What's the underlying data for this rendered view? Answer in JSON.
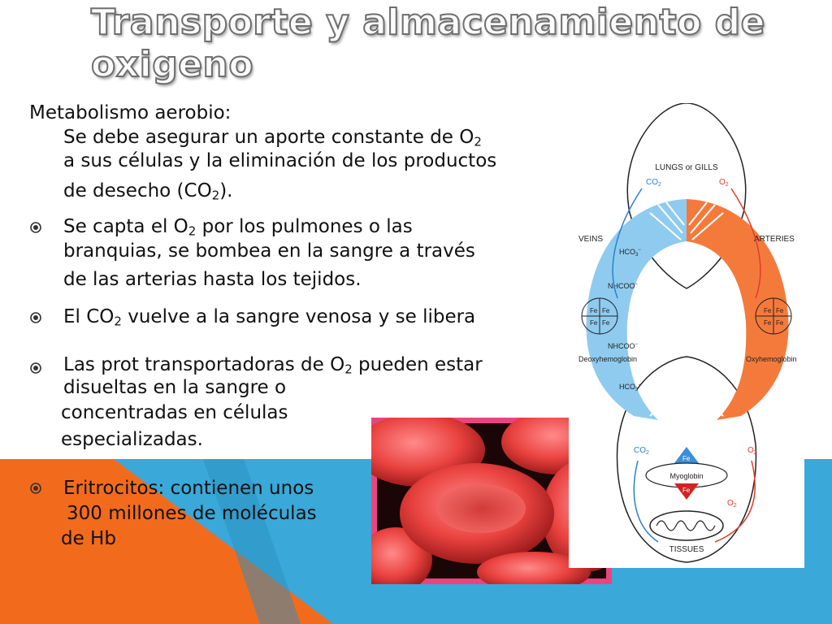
{
  "slide": {
    "title_line1": "Transporte y almacenamiento de",
    "title_line2": "oxigeno",
    "intro": {
      "heading": "Metabolismo aerobio:",
      "line1_pre": "Se debe asegurar un aporte constante de O",
      "line1_sub": "2",
      "line2": "a sus células y la eliminación de los productos",
      "line3_pre": "de desecho (CO",
      "line3_sub": "2",
      "line3_post": ")."
    },
    "bullets": [
      {
        "l1_pre": "Se capta el O",
        "l1_sub": "2",
        "l1_post": " por los pulmones o las",
        "l2": "branquias, se bombea en la sangre a través",
        "l3": "de las arterias hasta los tejidos."
      },
      {
        "l1_pre": "El CO",
        "l1_sub": "2",
        "l1_post": " vuelve a la sangre venosa y se libera"
      },
      {
        "l1_pre": "Las prot transportadoras de O",
        "l1_sub": "2",
        "l1_post": " pueden estar",
        "l2": "disueltas en la sangre o",
        "l3": "concentradas en células",
        "l4": "especializadas."
      },
      {
        "l1": "Eritrocitos: contienen unos",
        "l2": "300 millones de moléculas",
        "l3": "de Hb"
      }
    ]
  },
  "diagram": {
    "lungs": "LUNGS or GILLS",
    "co2": "CO",
    "co2_sub": "2",
    "o2": "O",
    "o2_sub": "2",
    "veins": "VEINS",
    "arteries": "ARTERIES",
    "hco3": "HCO",
    "hco3_sub": "3",
    "hco3_sup": "−",
    "nhcoo": "NHCOO",
    "nhcoo_sup": "−",
    "fe": "Fe",
    "deoxy": "Deoxyhemoglobin",
    "oxy": "Oxyhemoglobin",
    "myoglobin": "Myoglobin",
    "tissues": "TISSUES"
  },
  "colors": {
    "orange_accent": "#f26b1d",
    "blue_accent": "#3aa8d8",
    "title_outline": "#6e6e6e",
    "photo_frame": "#e8457e",
    "vein_blue": "#8fcbef",
    "artery_orange": "#f47a3c"
  },
  "icons": {
    "bullet": "radio-dot-icon"
  }
}
